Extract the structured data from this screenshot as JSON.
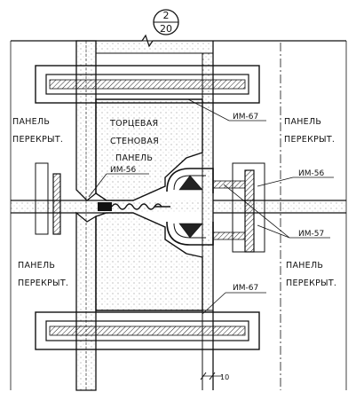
{
  "section_marker": {
    "top": "2",
    "bottom": "20"
  },
  "left_panel": {
    "line1": "ПАНЕЛЬ",
    "line2": "ПЕРЕКРЫТ."
  },
  "right_panel": {
    "line1": "ПАНЕЛЬ",
    "line2": "ПЕРЕКРЫТ."
  },
  "left_panel_lower": {
    "line1": "ПАНЕЛЬ",
    "line2": "ПЕРЕКРЫТ."
  },
  "right_panel_lower": {
    "line1": "ПАНЕЛЬ",
    "line2": "ПЕРЕКРЫТ."
  },
  "wall_panel": {
    "line1": "ТОРЦЕВАЯ",
    "line2": "СТЕНОВАЯ",
    "line3": "ПАНЕЛЬ"
  },
  "tags": {
    "im56_left": "ИМ-56",
    "im56_right": "ИМ-56",
    "im57": "ИМ-57",
    "im67_top": "ИМ-67",
    "im67_bottom": "ИМ-67"
  },
  "dimension": "10"
}
